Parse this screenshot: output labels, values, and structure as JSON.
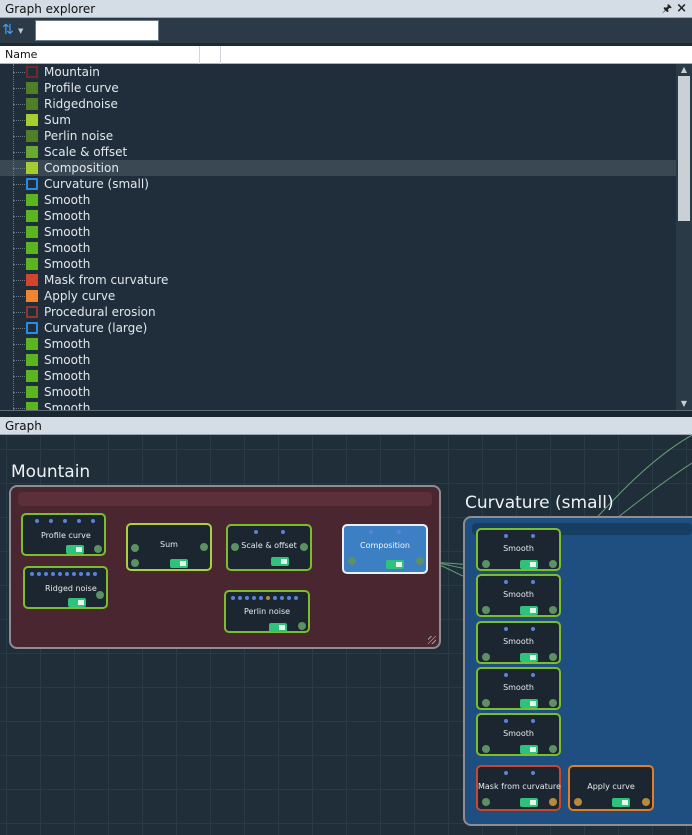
{
  "explorer": {
    "title": "Graph explorer",
    "pin_glyph": "🖈",
    "close_glyph": "×",
    "sort_icon": "sort-arrows-icon",
    "search": {
      "value": "",
      "placeholder": ""
    },
    "column_name": "Name",
    "items": [
      {
        "label": "Mountain",
        "swatch": "#6e2a2a",
        "style": "outline"
      },
      {
        "label": "Profile curve",
        "swatch": "#4c7f28",
        "style": "fill"
      },
      {
        "label": "Ridgednoise",
        "swatch": "#4c7f28",
        "style": "fill"
      },
      {
        "label": "Sum",
        "swatch": "#a6cc32",
        "style": "fill"
      },
      {
        "label": "Perlin noise",
        "swatch": "#4c7f28",
        "style": "fill"
      },
      {
        "label": "Scale & offset",
        "swatch": "#6aa834",
        "style": "fill"
      },
      {
        "label": "Composition",
        "swatch": "#a6cc32",
        "style": "fill",
        "selected": true
      },
      {
        "label": "Curvature (small)",
        "swatch": "#2a8be0",
        "style": "outline"
      },
      {
        "label": "Smooth",
        "swatch": "#5bb521",
        "style": "fill"
      },
      {
        "label": "Smooth",
        "swatch": "#5bb521",
        "style": "fill"
      },
      {
        "label": "Smooth",
        "swatch": "#5bb521",
        "style": "fill"
      },
      {
        "label": "Smooth",
        "swatch": "#5bb521",
        "style": "fill"
      },
      {
        "label": "Smooth",
        "swatch": "#5bb521",
        "style": "fill"
      },
      {
        "label": "Mask from curvature",
        "swatch": "#d2452c",
        "style": "fill"
      },
      {
        "label": "Apply curve",
        "swatch": "#ef8430",
        "style": "fill"
      },
      {
        "label": "Procedural erosion",
        "swatch": "#8a3a2e",
        "style": "outline"
      },
      {
        "label": "Curvature (large)",
        "swatch": "#2a8be0",
        "style": "outline"
      },
      {
        "label": "Smooth",
        "swatch": "#5bb521",
        "style": "fill"
      },
      {
        "label": "Smooth",
        "swatch": "#5bb521",
        "style": "fill"
      },
      {
        "label": "Smooth",
        "swatch": "#5bb521",
        "style": "fill"
      },
      {
        "label": "Smooth",
        "swatch": "#5bb521",
        "style": "fill"
      },
      {
        "label": "Smooth",
        "swatch": "#5bb521",
        "style": "fill"
      }
    ]
  },
  "graph": {
    "title": "Graph",
    "groups": {
      "mountain": "Mountain",
      "curvature_small": "Curvature (small)"
    },
    "nodes": {
      "profile_curve": "Profile curve",
      "ridged_noise": "Ridged noise",
      "sum": "Sum",
      "scale_offset": "Scale & offset",
      "perlin_noise": "Perlin noise",
      "composition": "Composition",
      "smooth_1": "Smooth",
      "smooth_2": "Smooth",
      "smooth_3": "Smooth",
      "smooth_4": "Smooth",
      "smooth_5": "Smooth",
      "mask_from_curvature": "Mask from curvature",
      "apply_curve": "Apply curve"
    },
    "colors": {
      "node_border_green": "#7cbd2c",
      "node_border_lime": "#a9d13d",
      "node_border_red": "#c8482f",
      "node_border_orange": "#e07f2a",
      "selected_node": "#3c7fc2",
      "wire": "#6fae7a"
    }
  }
}
